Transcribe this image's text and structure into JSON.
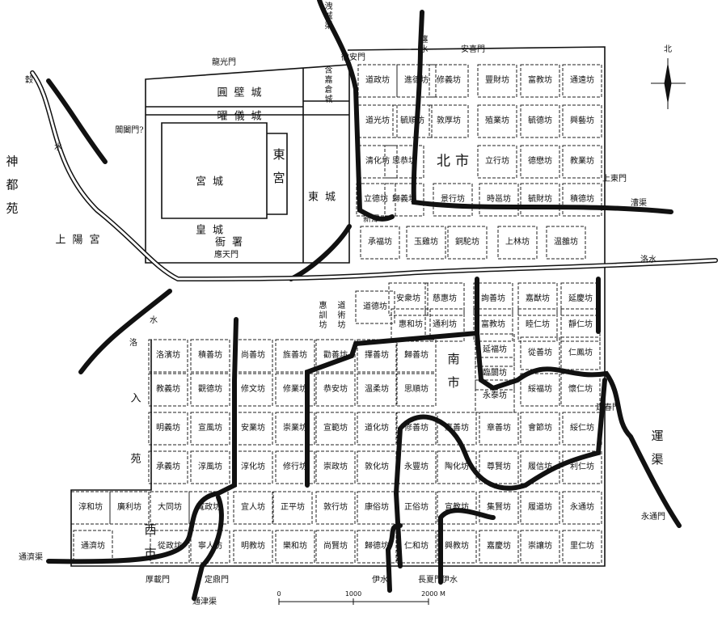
{
  "north_wards": [
    "道政坊",
    "進德坊",
    "修義坊",
    "豐財坊",
    "富教坊",
    "通遠坊",
    "道光坊",
    "毓順坊",
    "敦厚坊",
    "殖業坊",
    "毓德坊",
    "興藝坊",
    "清化坊",
    "思恭坊",
    "立行坊",
    "德懋坊",
    "教業坊",
    "立德坊",
    "歸義坊",
    "景行坊",
    "時邕坊",
    "毓財坊",
    "積德坊",
    "承福坊",
    "玉雞坊",
    "銅駝坊",
    "上林坊",
    "温雒坊"
  ],
  "south_wards": [
    "惠訓坊",
    "道術坊",
    "道德坊",
    "安衆坊",
    "慈惠坊",
    "詢善坊",
    "嘉猷坊",
    "延慶坊",
    "惠和坊",
    "通利坊",
    "富教坊",
    "睦仁坊",
    "靜仁坊",
    "洛濱坊",
    "積善坊",
    "尚善坊",
    "旌善坊",
    "勸善坊",
    "擇善坊",
    "歸善坊",
    "延福坊",
    "從善坊",
    "仁鳳坊",
    "臨闤坊",
    "教義坊",
    "觀德坊",
    "修文坊",
    "修業坊",
    "恭安坊",
    "温柔坊",
    "思順坊",
    "永泰坊",
    "綏福坊",
    "懷仁坊",
    "明義坊",
    "宣風坊",
    "安業坊",
    "崇業坊",
    "宣範坊",
    "道化坊",
    "修善坊",
    "嘉善坊",
    "章善坊",
    "會節坊",
    "綏仁坊",
    "承義坊",
    "淳風坊",
    "淳化坊",
    "修行坊",
    "崇政坊",
    "敦化坊",
    "永豐坊",
    "陶化坊",
    "尊賢坊",
    "履信坊",
    "利仁坊",
    "淳和坊",
    "廣利坊",
    "大同坊",
    "寬政坊",
    "宜人坊",
    "正平坊",
    "敦行坊",
    "康俗坊",
    "正俗坊",
    "宣教坊",
    "集賢坊",
    "履道坊",
    "永通坊",
    "通濟坊",
    "從政坊",
    "寧人坊",
    "明教坊",
    "樂和坊",
    "尚賢坊",
    "歸德坊",
    "仁和坊",
    "興教坊",
    "嘉慶坊",
    "崇讓坊",
    "里仁坊"
  ],
  "markets": {
    "north": "北市",
    "south": "南市",
    "west": "西市"
  },
  "palace": {
    "yuanbi": "圓壁城",
    "yaoyi": "曜儀城",
    "hanjia": "含嘉倉城",
    "gongcheng": "宮城",
    "donggong": "東宮",
    "dongcheng": "東城",
    "huangcheng": "皇城",
    "yashu": "衙署"
  },
  "gates": {
    "longguang": "龍光門",
    "huian": "徽安門",
    "anxi": "安喜門",
    "changhe": "閶闔門?",
    "yingtian": "應天門",
    "shangdong": "上東門",
    "jianchun": "建春門",
    "yongtong": "永通門",
    "houzai": "厚載門",
    "dingding": "定鼎門",
    "changxia": "長夏門"
  },
  "water": {
    "xiecheng": "洩城渠",
    "chan": "瀍水",
    "gu": "穀",
    "gu2": "水",
    "caoqu": "漕渠",
    "xintan": "新潭",
    "luoshui": "洛水",
    "luo1": "水",
    "luo2": "洛",
    "yunqu": "運渠",
    "tongji": "通濟渠",
    "tongjin": "通津渠",
    "yi1": "伊水",
    "yi2": "伊水"
  },
  "areas": {
    "shendu": "神都苑",
    "shangyang": "上陽宮",
    "ru": "入",
    "yuan": "苑"
  },
  "compass": "北",
  "scale": {
    "s0": "0",
    "s1": "1000",
    "s2": "2000 M"
  }
}
